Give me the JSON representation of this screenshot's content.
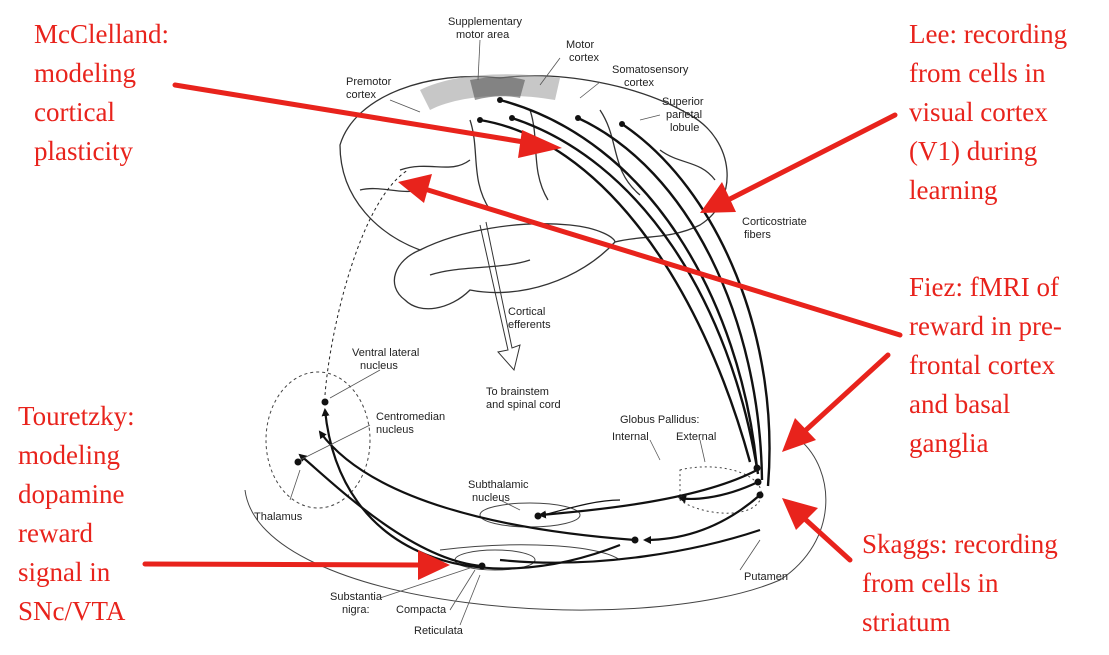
{
  "colors": {
    "annotation": "#e8231c",
    "drawing": "#111111",
    "background": "#ffffff"
  },
  "annotations": {
    "mcclelland": "McClelland:\nmodeling\ncortical\nplasticity",
    "lee": "Lee: recording\nfrom cells in\nvisual cortex\n(V1) during\nlearning",
    "fiez": "Fiez: fMRI of\nreward in pre-\nfrontal cortex\nand basal\nganglia",
    "touretzky": "Touretzky:\nmodeling\ndopamine\nreward\nsignal in\nSNc/VTA",
    "skaggs": "Skaggs: recording\nfrom cells in\nstriatum"
  },
  "diagram_labels": {
    "supplementary_1": "Supplementary",
    "supplementary_2": "motor area",
    "motor_1": "Motor",
    "motor_2": "cortex",
    "somato_1": "Somatosensory",
    "somato_2": "cortex",
    "premotor_1": "Premotor",
    "premotor_2": "cortex",
    "parietal_1": "Superior",
    "parietal_2": "parietal",
    "parietal_3": "lobule",
    "corticostriate_1": "Corticostriate",
    "corticostriate_2": "fibers",
    "cortical_efferents_1": "Cortical",
    "cortical_efferents_2": "efferents",
    "brainstem_1": "To brainstem",
    "brainstem_2": "and spinal cord",
    "ventral_lateral_1": "Ventral lateral",
    "ventral_lateral_2": "nucleus",
    "centromedian_1": "Centromedian",
    "centromedian_2": "nucleus",
    "globus_pallidus": "Globus Pallidus:",
    "internal": "Internal",
    "external": "External",
    "subthalamic_1": "Subthalamic",
    "subthalamic_2": "nucleus",
    "thalamus": "Thalamus",
    "putamen": "Putamen",
    "substantia_1": "Substantia",
    "substantia_2": "nigra:",
    "compacta": "Compacta",
    "reticulata": "Reticulata"
  }
}
